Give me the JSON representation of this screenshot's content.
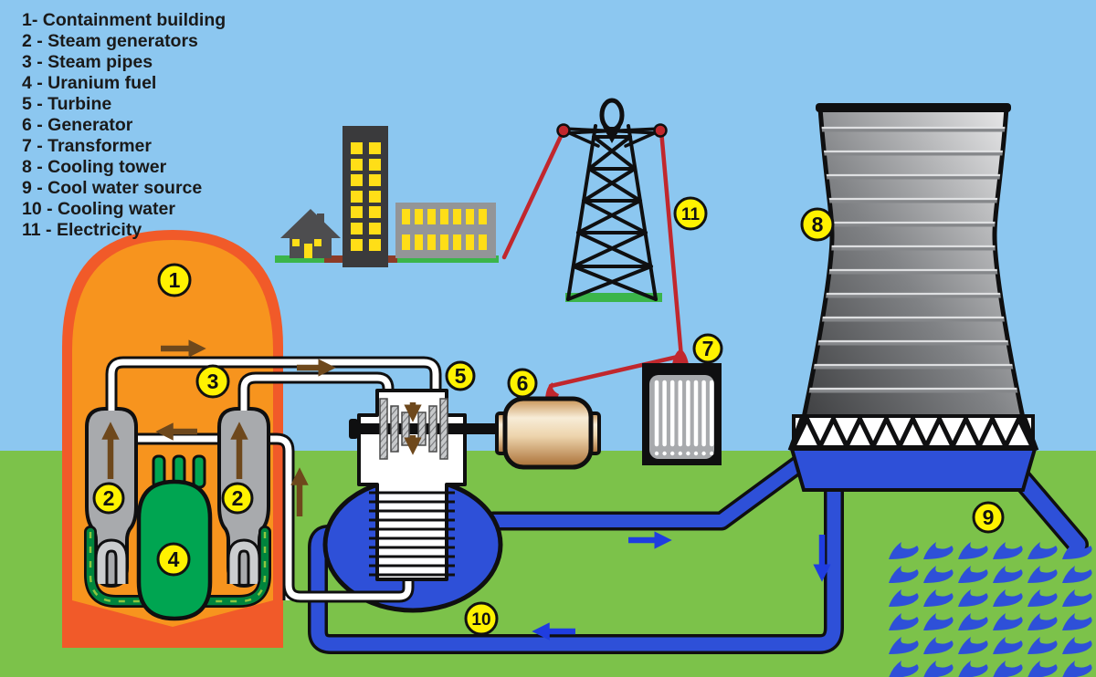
{
  "legend": {
    "items": [
      "1- Containment building",
      "2 - Steam generators",
      "3 - Steam pipes",
      "4 - Uranium fuel",
      "5 - Turbine",
      "6 - Generator",
      "7 - Transformer",
      "8 - Cooling tower",
      "9 - Cool water source",
      "10 - Cooling water",
      "11 - Electricity"
    ]
  },
  "badges": {
    "containment_building": "1",
    "steam_generator_left": "2",
    "steam_generator_right": "2",
    "steam_pipes": "3",
    "uranium_fuel": "4",
    "turbine": "5",
    "generator": "6",
    "transformer": "7",
    "cooling_tower": "8",
    "cool_water_source": "9",
    "cooling_water": "10",
    "electricity": "11"
  },
  "colors": {
    "sky": "#8CC7F0",
    "grass": "#7CC24A",
    "city_grass": "#3BB54A",
    "containment_orange": "#F7941E",
    "containment_border": "#F15A29",
    "steam_generator_gray": "#A8AAAD",
    "uranium_green": "#00A551",
    "coolant_pipe_green": "#00843D",
    "coolant_dash_green": "#8DC63F",
    "water_blue": "#2E50D8",
    "electricity_red": "#C1272D",
    "badge_yellow": "#FFF200",
    "arrow_brown": "#6E481C",
    "arrow_blue": "#1F3DE0",
    "window_yellow": "#FFDE17"
  }
}
